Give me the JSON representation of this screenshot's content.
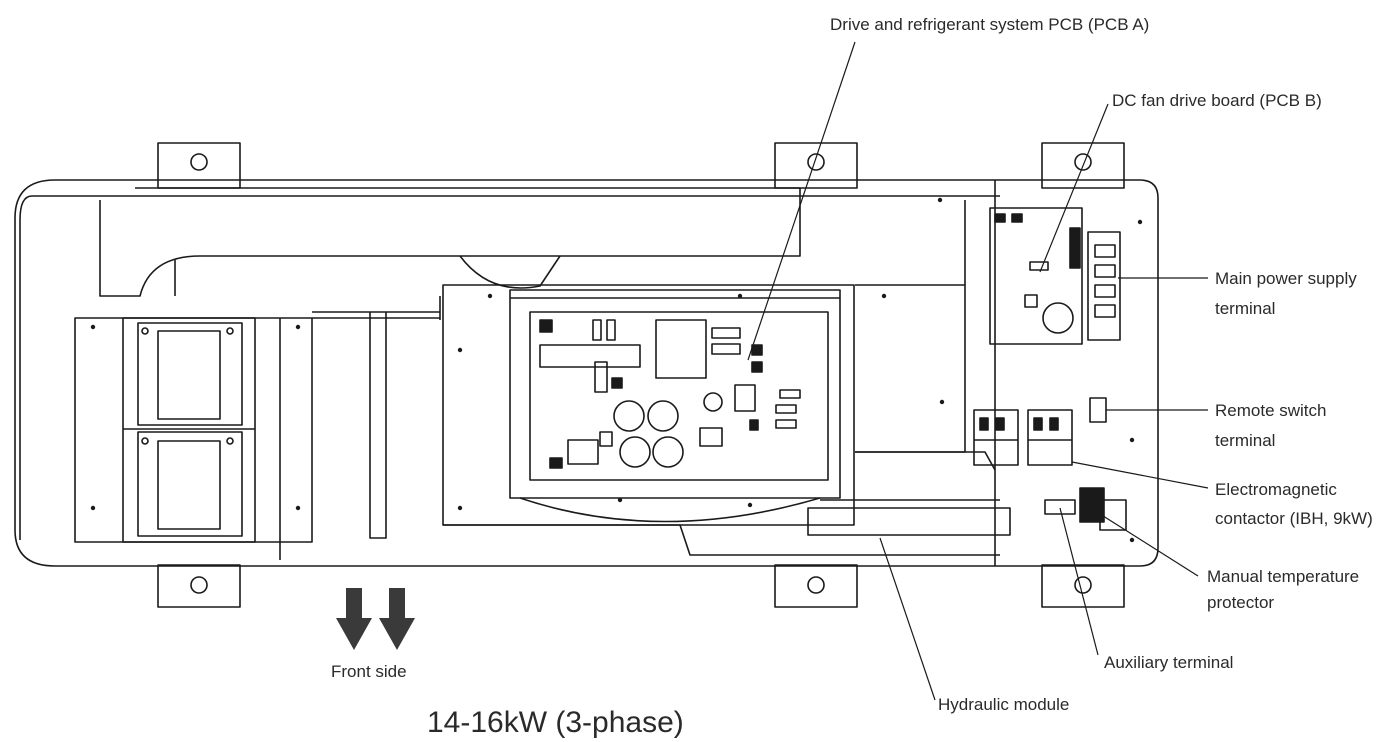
{
  "labels": {
    "pcb_a": "Drive and refrigerant system PCB (PCB A)",
    "pcb_b": "DC fan drive board (PCB B)",
    "main_power_l1": "Main power supply",
    "main_power_l2": "terminal",
    "remote_l1": "Remote switch",
    "remote_l2": "terminal",
    "contactor_l1": "Electromagnetic",
    "contactor_l2": "contactor (IBH, 9kW)",
    "manual_l1": "Manual temperature",
    "manual_l2": "protector",
    "auxiliary": "Auxiliary terminal",
    "hydraulic": "Hydraulic module",
    "front": "Front side"
  },
  "caption": "14-16kW (3-phase)",
  "icons": [
    "front-arrow-icon",
    "front-arrow-icon"
  ]
}
